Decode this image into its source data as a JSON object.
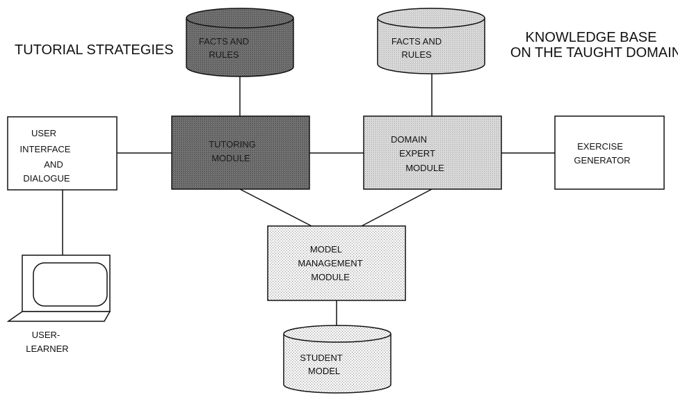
{
  "headings": {
    "tutorial_strategies": "TUTORIAL STRATEGIES",
    "knowledge_base_line1": "KNOWLEDGE BASE",
    "knowledge_base_line2": "ON THE TAUGHT DOMAIN"
  },
  "nodes": {
    "facts_rules_tutorial": {
      "line1": "FACTS AND",
      "line2": "RULES"
    },
    "facts_rules_domain": {
      "line1": "FACTS AND",
      "line2": "RULES"
    },
    "user_interface": {
      "line1": "USER",
      "line2": "INTERFACE",
      "line3": "AND",
      "line4": "DIALOGUE"
    },
    "tutoring_module": {
      "line1": "TUTORING",
      "line2": "MODULE"
    },
    "domain_expert_module": {
      "line1": "DOMAIN",
      "line2": "EXPERT",
      "line3": "MODULE"
    },
    "exercise_generator": {
      "line1": "EXERCISE",
      "line2": "GENERATOR"
    },
    "model_management_module": {
      "line1": "MODEL",
      "line2": "MANAGEMENT",
      "line3": "MODULE"
    },
    "student_model": {
      "line1": "STUDENT",
      "line2": "MODEL"
    },
    "user_learner": {
      "line1": "USER-",
      "line2": "LEARNER"
    }
  },
  "colors": {
    "dark_fill": "#6f6f6f",
    "light_fill": "#d9d9d9",
    "dotted_fill": "#ebebeb",
    "stroke": "#111111"
  }
}
